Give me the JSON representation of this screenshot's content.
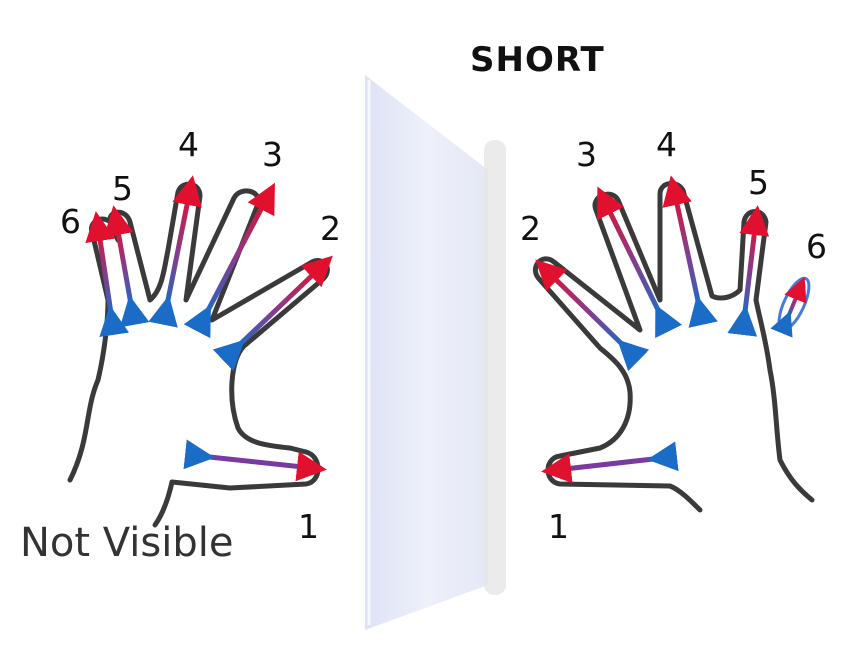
{
  "header": {
    "title": "SHORT"
  },
  "caption": "Not Visible",
  "left_hand": {
    "labels": [
      "6",
      "5",
      "4",
      "3",
      "2",
      "1"
    ]
  },
  "right_hand": {
    "labels": [
      "2",
      "3",
      "4",
      "5",
      "6",
      "1"
    ]
  },
  "colors": {
    "outline": "#3a3a3a",
    "arrow_red": "#e0102e",
    "arrow_blue": "#1b6cc7",
    "screen_face": "#e8ebf8",
    "screen_edge": "#d9d9d9",
    "finger6_right": "#4a79d8"
  }
}
